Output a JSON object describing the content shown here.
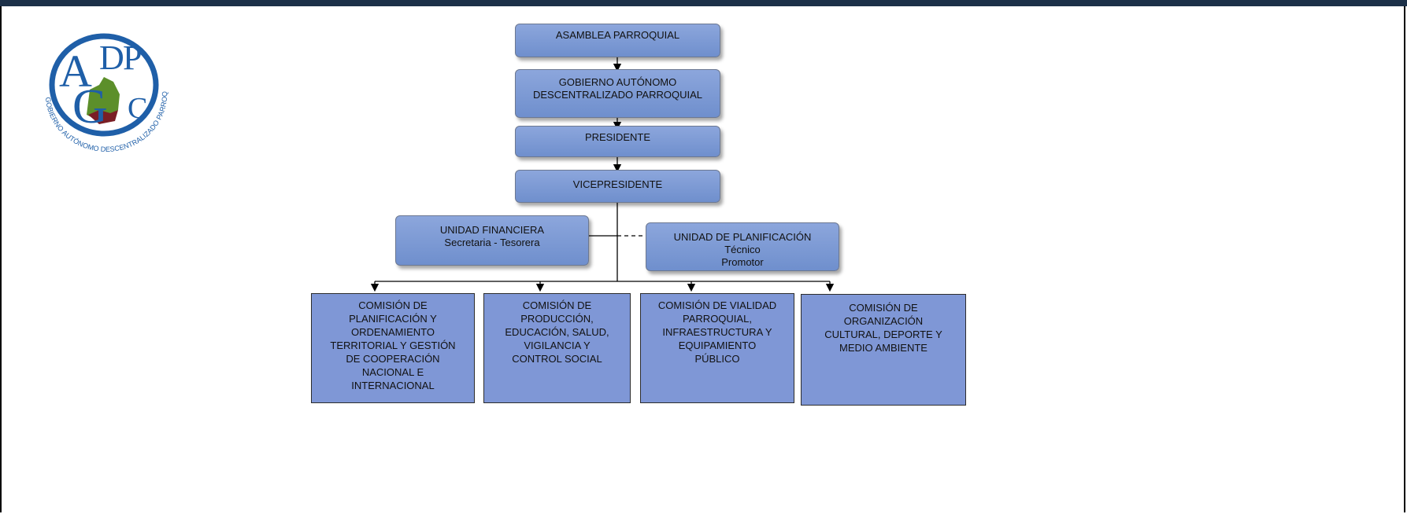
{
  "logo": {
    "letters": [
      "A",
      "D",
      "P",
      "G",
      "C"
    ],
    "ring_text": "GOBIERNO AUTÓNOMO DESCENTRALIZADO PARROQUIAL RURAL COMPUD",
    "colors": {
      "blue": "#1f5fa8",
      "green": "#5c8f2a",
      "red": "#7a1e25"
    }
  },
  "org": {
    "asamblea": "ASAMBLEA PARROQUIAL",
    "gobierno": "GOBIERNO AUTÓNOMO\nDESCENTRALIZADO PARROQUIAL",
    "presidente": "PRESIDENTE",
    "vicepresidente": "VICEPRESIDENTE",
    "financiera": {
      "title": "UNIDAD FINANCIERA",
      "sub": "Secretaria - Tesorera"
    },
    "planificacion": {
      "title": "UNIDAD DE PLANIFICACIÓN",
      "line1": "Técnico",
      "line2": "Promotor"
    },
    "comisiones": [
      "COMISIÓN DE\nPLANIFICACIÓN Y\nORDENAMIENTO\nTERRITORIAL Y GESTIÓN\nDE COOPERACIÓN\nNACIONAL E\nINTERNACIONAL",
      "COMISIÓN DE\nPRODUCCIÓN,\nEDUCACIÓN, SALUD,\nVIGILANCIA Y\nCONTROL SOCIAL",
      "COMISIÓN DE VIALIDAD\nPARROQUIAL,\nINFRAESTRUCTURA Y\nEQUIPAMIENTO\nPÚBLICO",
      "COMISIÓN DE\nORGANIZACIÓN\nCULTURAL, DEPORTE Y\nMEDIO AMBIENTE"
    ]
  },
  "colors": {
    "box_fill": "#7f97d6",
    "frame": "#1c3048"
  }
}
